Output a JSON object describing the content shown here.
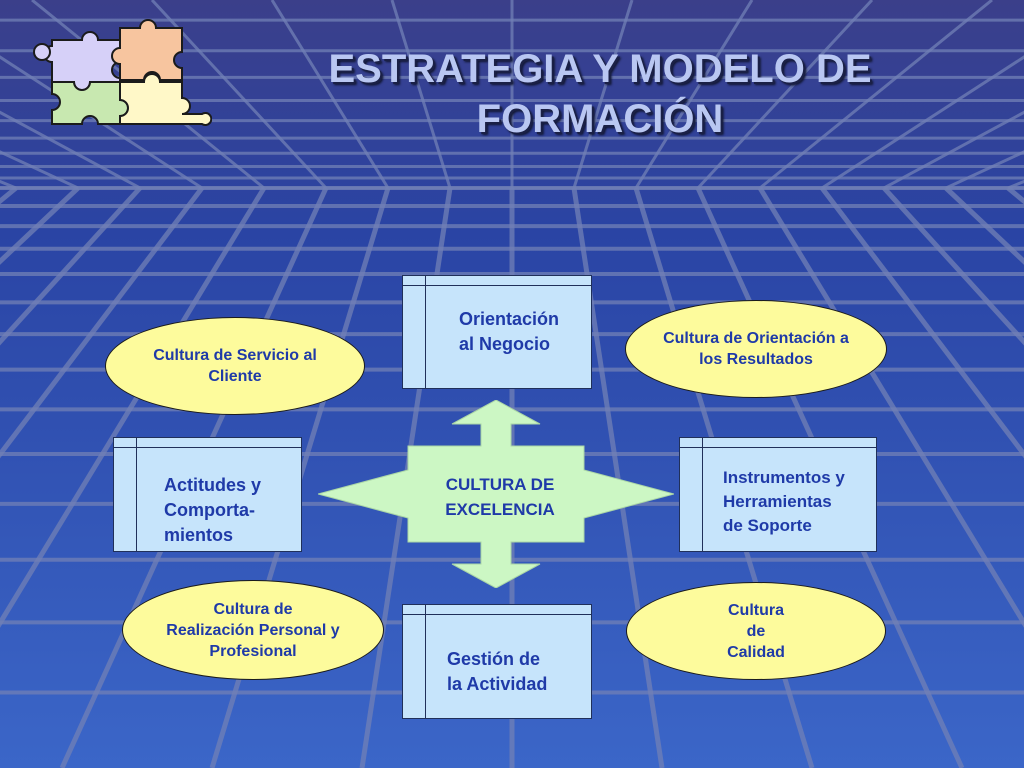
{
  "title": {
    "line1": "ESTRATEGIA Y MODELO DE",
    "line2": "FORMACIÓN"
  },
  "center": {
    "line1": "CULTURA DE",
    "line2": "EXCELENCIA"
  },
  "boxes": {
    "top": {
      "line1": "Orientación",
      "line2": "al Negocio"
    },
    "left": {
      "line1": "Actitudes y",
      "line2": "Comporta-",
      "line3": "mientos"
    },
    "right": {
      "line1": "Instrumentos y",
      "line2": "Herramientas",
      "line3": "de Soporte"
    },
    "bottom": {
      "line1": "Gestión de",
      "line2": "la Actividad"
    }
  },
  "ovals": {
    "top_left": "Cultura de Servicio al\nCliente",
    "top_right": "Cultura de Orientación a\nlos Resultados",
    "bottom_left": "Cultura de\nRealización Personal y\nProfesional",
    "bottom_right": "Cultura\nde\nCalidad"
  },
  "colors": {
    "background": "#2c4fae",
    "title": "#b9c7f2",
    "box_fill": "#c6e4fb",
    "oval_fill": "#fdfb9c",
    "cross_fill": "#ccf7c4",
    "text": "#1f3aa8"
  },
  "icons": {
    "logo": "puzzle-pieces-icon"
  }
}
